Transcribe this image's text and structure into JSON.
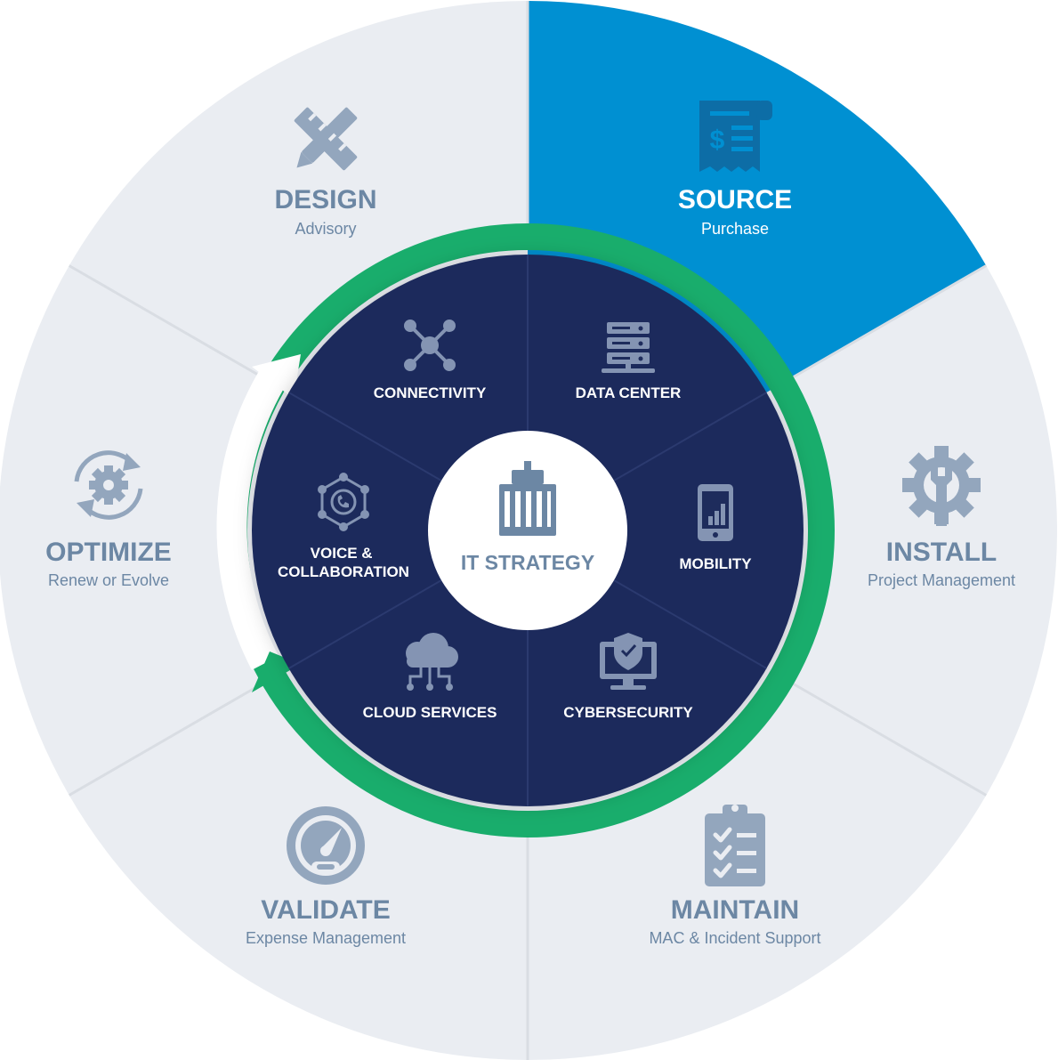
{
  "colors": {
    "outer_bg": "#eaedf2",
    "outer_divider": "#d9dde3",
    "active_segment": "#0090d2",
    "inner_bg": "#1e2c5c",
    "inner_divider": "#2b3a6f",
    "ring": "#19ad6c",
    "label_color": "#6c87a4",
    "icon_color": "#93a6bd",
    "inner_icon_color": "#8494b3",
    "center_fill": "#ffffff",
    "center_text": "#6c87a4"
  },
  "center": {
    "label": "IT STRATEGY",
    "icon": "office-building-icon"
  },
  "outer_segments": [
    {
      "id": "design",
      "title": "DESIGN",
      "subtitle": "Advisory",
      "icon": "pencil-ruler-icon",
      "active": false
    },
    {
      "id": "source",
      "title": "SOURCE",
      "subtitle": "Purchase",
      "icon": "receipt-icon",
      "active": true
    },
    {
      "id": "install",
      "title": "INSTALL",
      "subtitle": "Project Management",
      "icon": "gear-wrench-icon",
      "active": false
    },
    {
      "id": "maintain",
      "title": "MAINTAIN",
      "subtitle": "MAC & Incident Support",
      "icon": "clipboard-checklist-icon",
      "active": false
    },
    {
      "id": "validate",
      "title": "VALIDATE",
      "subtitle": "Expense Management",
      "icon": "speedometer-icon",
      "active": false
    },
    {
      "id": "optimize",
      "title": "OPTIMIZE",
      "subtitle": "Renew or Evolve",
      "icon": "refresh-gear-icon",
      "active": false
    }
  ],
  "inner_segments": [
    {
      "id": "connectivity",
      "label": "CONNECTIVITY",
      "icon": "network-nodes-icon"
    },
    {
      "id": "data-center",
      "label": "DATA CENTER",
      "icon": "server-rack-icon"
    },
    {
      "id": "mobility",
      "label": "MOBILITY",
      "icon": "smartphone-icon"
    },
    {
      "id": "cybersecurity",
      "label": "CYBERSECURITY",
      "icon": "shield-monitor-icon"
    },
    {
      "id": "cloud-services",
      "label": "CLOUD SERVICES",
      "icon": "cloud-network-icon"
    },
    {
      "id": "voice-collaboration",
      "label_lines": [
        "VOICE &",
        "COLLABORATION"
      ],
      "icon": "phone-hexagon-icon"
    }
  ]
}
